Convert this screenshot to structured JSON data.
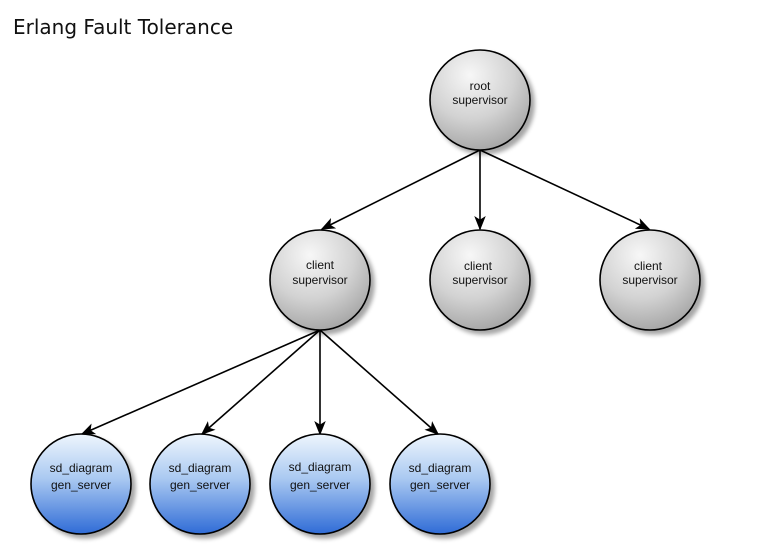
{
  "title": "Erlang Fault Tolerance",
  "nodes": {
    "root": {
      "line1": "root",
      "line2": "supervisor",
      "kind": "supervisor"
    },
    "client1": {
      "line1": "client",
      "line2": "supervisor",
      "kind": "supervisor"
    },
    "client2": {
      "line1": "client",
      "line2": "supervisor",
      "kind": "supervisor"
    },
    "client3": {
      "line1": "client",
      "line2": "supervisor",
      "kind": "supervisor"
    },
    "worker1": {
      "line1": "sd_diagram",
      "line2": "gen_server",
      "kind": "worker"
    },
    "worker2": {
      "line1": "sd_diagram",
      "line2": "gen_server",
      "kind": "worker"
    },
    "worker3": {
      "line1": "sd_diagram",
      "line2": "gen_server",
      "kind": "worker"
    },
    "worker4": {
      "line1": "sd_diagram",
      "line2": "gen_server",
      "kind": "worker"
    }
  },
  "edges": [
    [
      "root",
      "client1"
    ],
    [
      "root",
      "client2"
    ],
    [
      "root",
      "client3"
    ],
    [
      "client1",
      "worker1"
    ],
    [
      "client1",
      "worker2"
    ],
    [
      "client1",
      "worker3"
    ],
    [
      "client1",
      "worker4"
    ]
  ],
  "colors": {
    "supervisor_top": "#f4f4f4",
    "supervisor_bottom": "#a9a9a9",
    "worker_top": "#e6f0fb",
    "worker_bottom": "#2f6fd6",
    "stroke": "#000000"
  }
}
